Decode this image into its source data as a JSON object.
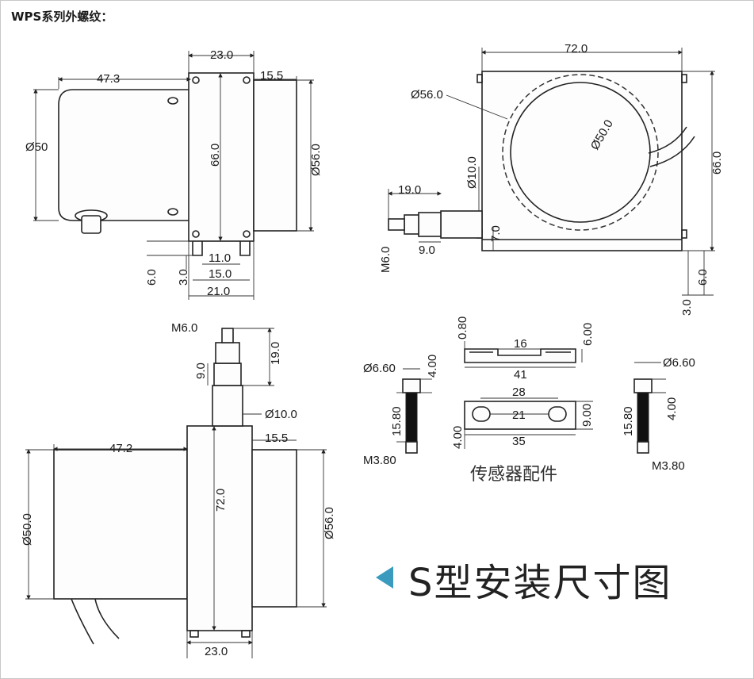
{
  "header": {
    "title": "WPS系列外螺纹："
  },
  "footer": {
    "title": "S型安装尺寸图"
  },
  "parts": {
    "title": "传感器配件"
  },
  "colors": {
    "accent": "#3a9bbf",
    "line": "#222222"
  },
  "views": {
    "side_top": {
      "d_body": "47.3",
      "d_block": "23.0",
      "d_drum": "15.5",
      "d_phi": "Ø50",
      "d_height": "66.0",
      "d_phi56": "Ø56.0",
      "d_foot1": "11.0",
      "d_foot2": "15.0",
      "d_foot3": "21.0",
      "d_6": "6.0",
      "d_3": "3.0"
    },
    "front": {
      "d_width": "72.0",
      "d_phi56": "Ø56.0",
      "d_phi50": "Ø50.0",
      "d_height": "66.0",
      "d_19": "19.0",
      "d_phi10": "Ø10.0",
      "d_m6": "M6.0",
      "d_9": "9.0",
      "d_7": "7.0",
      "d_6": "6.0",
      "d_3": "3.0"
    },
    "side_bottom": {
      "d_m6": "M6.0",
      "d_19": "19.0",
      "d_9": "9.0",
      "d_phi10": "Ø10.0",
      "d_body": "47.2",
      "d_drum": "15.5",
      "d_phi50": "Ø50.0",
      "d_height": "72.0",
      "d_phi56": "Ø56.0",
      "d_block": "23.0"
    },
    "accessories": {
      "screw_left": {
        "d_phi": "Ø6.60",
        "d_head": "4.00",
        "d_len": "15.80",
        "d_thread": "M3.80"
      },
      "screw_right": {
        "d_phi": "Ø6.60",
        "d_head": "4.00",
        "d_len": "15.80",
        "d_thread": "M3.80"
      },
      "clip": {
        "d_thick": "0.80",
        "d_gap": "16",
        "d_h": "6.00",
        "d_len": "41"
      },
      "plate": {
        "d_28": "28",
        "d_21": "21",
        "d_35": "35",
        "d_4": "4.00",
        "d_9": "9.00"
      }
    }
  }
}
